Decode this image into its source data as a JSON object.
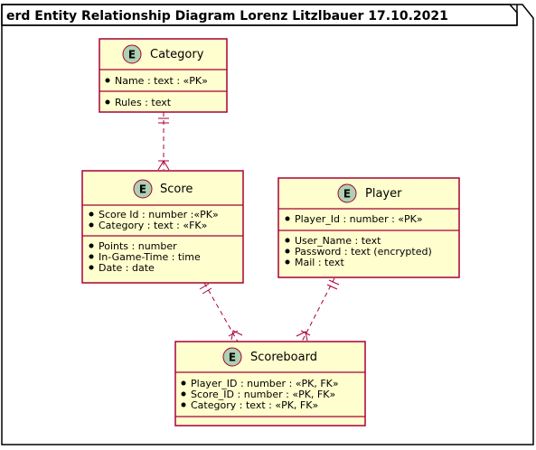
{
  "diagram": {
    "title": "erd Entity Relationship Diagram Lorenz Litzlbauer 17.10.2021",
    "badge_letter": "E",
    "colors": {
      "entity_fill": "#fefece",
      "entity_border": "#a80036",
      "badge_fill": "#add1b2",
      "frame": "#000000",
      "relation": "#a80036"
    },
    "entities": [
      {
        "id": "category",
        "name": "Category",
        "key_attributes": [
          "Name : text : «PK»"
        ],
        "attributes": [
          "Rules : text"
        ]
      },
      {
        "id": "score",
        "name": "Score",
        "key_attributes": [
          "Score Id : number :«PK»",
          "Category : text : «FK»"
        ],
        "attributes": [
          "Points : number",
          "In-Game-Time : time",
          "Date : date"
        ]
      },
      {
        "id": "player",
        "name": "Player",
        "key_attributes": [
          "Player_Id : number : «PK»"
        ],
        "attributes": [
          "User_Name : text",
          "Password : text (encrypted)",
          "Mail : text"
        ]
      },
      {
        "id": "scoreboard",
        "name": "Scoreboard",
        "key_attributes": [
          "Player_ID : number : «PK, FK»",
          "Score_ID : number : «PK, FK»",
          "Category : text : «PK, FK»"
        ],
        "attributes": []
      }
    ],
    "relationships": [
      {
        "from": "category",
        "to": "score",
        "from_cardinality": "exactly-one",
        "to_cardinality": "one-or-many",
        "line": "dashed"
      },
      {
        "from": "score",
        "to": "scoreboard",
        "from_cardinality": "exactly-one",
        "to_cardinality": "one-or-many",
        "line": "dashed"
      },
      {
        "from": "player",
        "to": "scoreboard",
        "from_cardinality": "exactly-one",
        "to_cardinality": "one-or-many",
        "line": "dashed"
      }
    ]
  }
}
